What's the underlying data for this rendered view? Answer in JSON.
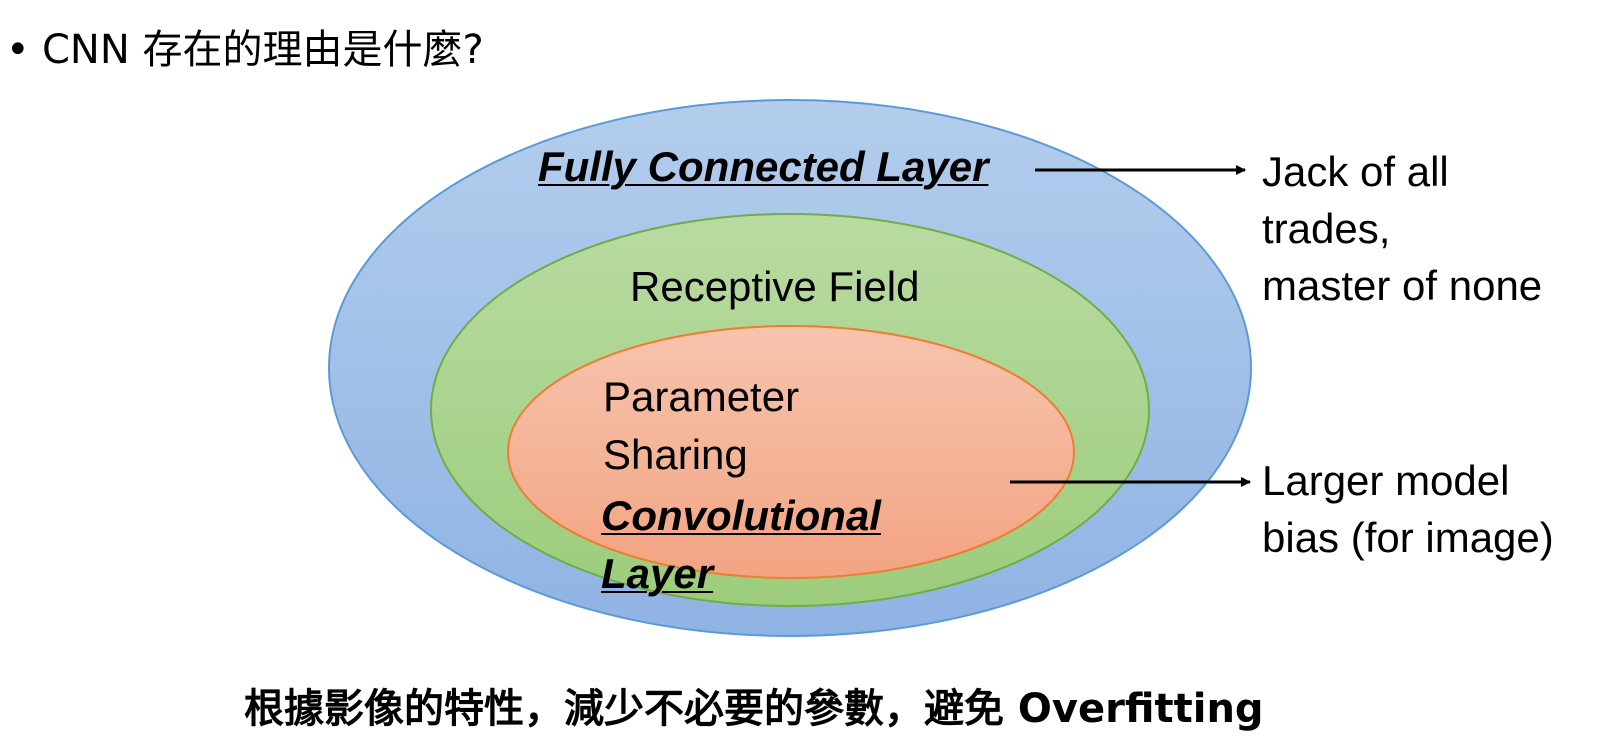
{
  "title": {
    "bullet": "•",
    "text": "CNN  存在的理由是什麼?"
  },
  "diagram": {
    "outer_label": "Fully Connected Layer",
    "middle_label": "Receptive Field",
    "inner_label_line1": "Parameter",
    "inner_label_line2": "Sharing",
    "conv_label_line1": "Convolutional",
    "conv_label_line2": "Layer",
    "colors": {
      "outer_fill": "#a3c1e8",
      "outer_stroke": "#5b9bd5",
      "middle_fill": "#a9d18e",
      "middle_stroke": "#70ad47",
      "inner_fill": "#f4b39a",
      "inner_stroke": "#ed7d31"
    }
  },
  "annotations": {
    "top_line1": "Jack of all",
    "top_line2": "trades,",
    "top_line3": "master of none",
    "bottom_line1": "Larger model",
    "bottom_line2": "bias (for image)"
  },
  "bottom": {
    "text": "根據影像的特性，減少不必要的參數，避免  Overfitting"
  }
}
